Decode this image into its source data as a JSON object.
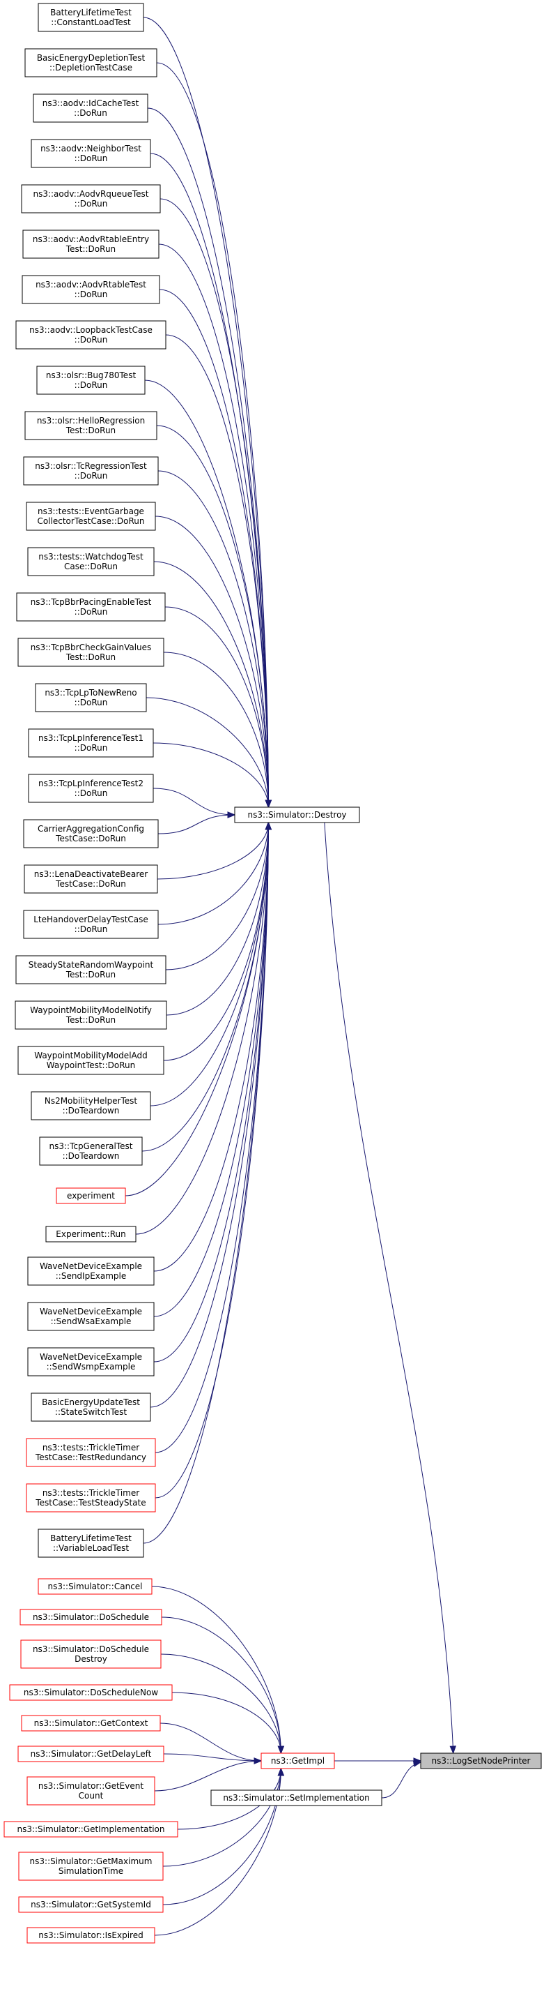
{
  "colors": {
    "edge": "#191970",
    "border_black": "#000000",
    "border_red": "#ff0000",
    "highlight_fill": "#bfbfbf",
    "background": "#ffffff"
  },
  "nodes": {
    "battery_constantload": {
      "lines": [
        "BatteryLifetimeTest",
        "::ConstantLoadTest"
      ],
      "border": "black"
    },
    "basic_depletion": {
      "lines": [
        "BasicEnergyDepletionTest",
        "::DepletionTestCase"
      ],
      "border": "black"
    },
    "aodv_idcache": {
      "lines": [
        "ns3::aodv::IdCacheTest",
        "::DoRun"
      ],
      "border": "black"
    },
    "aodv_neighbor": {
      "lines": [
        "ns3::aodv::NeighborTest",
        "::DoRun"
      ],
      "border": "black"
    },
    "aodv_rqueue": {
      "lines": [
        "ns3::aodv::AodvRqueueTest",
        "::DoRun"
      ],
      "border": "black"
    },
    "aodv_rtableentry": {
      "lines": [
        "ns3::aodv::AodvRtableEntry",
        "Test::DoRun"
      ],
      "border": "black"
    },
    "aodv_rtable": {
      "lines": [
        "ns3::aodv::AodvRtableTest",
        "::DoRun"
      ],
      "border": "black"
    },
    "aodv_loopback": {
      "lines": [
        "ns3::aodv::LoopbackTestCase",
        "::DoRun"
      ],
      "border": "black"
    },
    "olsr_bug780": {
      "lines": [
        "ns3::olsr::Bug780Test",
        "::DoRun"
      ],
      "border": "black"
    },
    "olsr_hello": {
      "lines": [
        "ns3::olsr::HelloRegression",
        "Test::DoRun"
      ],
      "border": "black"
    },
    "olsr_tc": {
      "lines": [
        "ns3::olsr::TcRegressionTest",
        "::DoRun"
      ],
      "border": "black"
    },
    "tests_eventgarbage": {
      "lines": [
        "ns3::tests::EventGarbage",
        "CollectorTestCase::DoRun"
      ],
      "border": "black"
    },
    "tests_watchdog": {
      "lines": [
        "ns3::tests::WatchdogTest",
        "Case::DoRun"
      ],
      "border": "black"
    },
    "tcpbbr_pacing": {
      "lines": [
        "ns3::TcpBbrPacingEnableTest",
        "::DoRun"
      ],
      "border": "black"
    },
    "tcpbbr_gain": {
      "lines": [
        "ns3::TcpBbrCheckGainValues",
        "Test::DoRun"
      ],
      "border": "black"
    },
    "tcplp_newreno": {
      "lines": [
        "ns3::TcpLpToNewReno",
        "::DoRun"
      ],
      "border": "black"
    },
    "tcplp_inf1": {
      "lines": [
        "ns3::TcpLpInferenceTest1",
        "::DoRun"
      ],
      "border": "black"
    },
    "tcplp_inf2": {
      "lines": [
        "ns3::TcpLpInferenceTest2",
        "::DoRun"
      ],
      "border": "black"
    },
    "carrier_agg": {
      "lines": [
        "CarrierAggregationConfig",
        "TestCase::DoRun"
      ],
      "border": "black"
    },
    "lena_deactivate": {
      "lines": [
        "ns3::LenaDeactivateBearer",
        "TestCase::DoRun"
      ],
      "border": "black"
    },
    "lte_handover": {
      "lines": [
        "LteHandoverDelayTestCase",
        "::DoRun"
      ],
      "border": "black"
    },
    "steady_waypoint": {
      "lines": [
        "SteadyStateRandomWaypoint",
        "Test::DoRun"
      ],
      "border": "black"
    },
    "waypoint_notify": {
      "lines": [
        "WaypointMobilityModelNotify",
        "Test::DoRun"
      ],
      "border": "black"
    },
    "waypoint_add": {
      "lines": [
        "WaypointMobilityModelAdd",
        "WaypointTest::DoRun"
      ],
      "border": "black"
    },
    "ns2_mobility": {
      "lines": [
        "Ns2MobilityHelperTest",
        "::DoTeardown"
      ],
      "border": "black"
    },
    "tcp_general": {
      "lines": [
        "ns3::TcpGeneralTest",
        "::DoTeardown"
      ],
      "border": "black"
    },
    "experiment": {
      "lines": [
        "experiment"
      ],
      "border": "red"
    },
    "experiment_run": {
      "lines": [
        "Experiment::Run"
      ],
      "border": "black"
    },
    "wave_sendip": {
      "lines": [
        "WaveNetDeviceExample",
        "::SendIpExample"
      ],
      "border": "black"
    },
    "wave_sendwsa": {
      "lines": [
        "WaveNetDeviceExample",
        "::SendWsaExample"
      ],
      "border": "black"
    },
    "wave_sendwsmp": {
      "lines": [
        "WaveNetDeviceExample",
        "::SendWsmpExample"
      ],
      "border": "black"
    },
    "basic_update": {
      "lines": [
        "BasicEnergyUpdateTest",
        "::StateSwitchTest"
      ],
      "border": "black"
    },
    "trickle_redundancy": {
      "lines": [
        "ns3::tests::TrickleTimer",
        "TestCase::TestRedundancy"
      ],
      "border": "red"
    },
    "trickle_steady": {
      "lines": [
        "ns3::tests::TrickleTimer",
        "TestCase::TestSteadyState"
      ],
      "border": "red"
    },
    "battery_variable": {
      "lines": [
        "BatteryLifetimeTest",
        "::VariableLoadTest"
      ],
      "border": "black"
    },
    "sim_destroy": {
      "lines": [
        "ns3::Simulator::Destroy"
      ],
      "border": "black"
    },
    "sim_cancel": {
      "lines": [
        "ns3::Simulator::Cancel"
      ],
      "border": "red"
    },
    "sim_doschedule": {
      "lines": [
        "ns3::Simulator::DoSchedule"
      ],
      "border": "red"
    },
    "sim_doschedule_destroy": {
      "lines": [
        "ns3::Simulator::DoSchedule",
        "Destroy"
      ],
      "border": "red"
    },
    "sim_doschedule_now": {
      "lines": [
        "ns3::Simulator::DoScheduleNow"
      ],
      "border": "red"
    },
    "sim_getcontext": {
      "lines": [
        "ns3::Simulator::GetContext"
      ],
      "border": "red"
    },
    "sim_getdelayleft": {
      "lines": [
        "ns3::Simulator::GetDelayLeft"
      ],
      "border": "red"
    },
    "sim_geteventcount": {
      "lines": [
        "ns3::Simulator::GetEvent",
        "Count"
      ],
      "border": "red"
    },
    "sim_getimplementation": {
      "lines": [
        "ns3::Simulator::GetImplementation"
      ],
      "border": "red"
    },
    "sim_getmaxsimtime": {
      "lines": [
        "ns3::Simulator::GetMaximum",
        "SimulationTime"
      ],
      "border": "red"
    },
    "sim_getsystemid": {
      "lines": [
        "ns3::Simulator::GetSystemId"
      ],
      "border": "red"
    },
    "sim_isexpired": {
      "lines": [
        "ns3::Simulator::IsExpired"
      ],
      "border": "red"
    },
    "getimpl": {
      "lines": [
        "ns3::GetImpl"
      ],
      "border": "red"
    },
    "sim_setimplementation": {
      "lines": [
        "ns3::Simulator::SetImplementation"
      ],
      "border": "black"
    },
    "log_setnodeprinter": {
      "lines": [
        "ns3::LogSetNodePrinter"
      ],
      "border": "black",
      "highlight": true
    }
  },
  "edges": [
    [
      "battery_constantload",
      "sim_destroy"
    ],
    [
      "basic_depletion",
      "sim_destroy"
    ],
    [
      "aodv_idcache",
      "sim_destroy"
    ],
    [
      "aodv_neighbor",
      "sim_destroy"
    ],
    [
      "aodv_rqueue",
      "sim_destroy"
    ],
    [
      "aodv_rtableentry",
      "sim_destroy"
    ],
    [
      "aodv_rtable",
      "sim_destroy"
    ],
    [
      "aodv_loopback",
      "sim_destroy"
    ],
    [
      "olsr_bug780",
      "sim_destroy"
    ],
    [
      "olsr_hello",
      "sim_destroy"
    ],
    [
      "olsr_tc",
      "sim_destroy"
    ],
    [
      "tests_eventgarbage",
      "sim_destroy"
    ],
    [
      "tests_watchdog",
      "sim_destroy"
    ],
    [
      "tcpbbr_pacing",
      "sim_destroy"
    ],
    [
      "tcpbbr_gain",
      "sim_destroy"
    ],
    [
      "tcplp_newreno",
      "sim_destroy"
    ],
    [
      "tcplp_inf1",
      "sim_destroy"
    ],
    [
      "tcplp_inf2",
      "sim_destroy"
    ],
    [
      "carrier_agg",
      "sim_destroy"
    ],
    [
      "lena_deactivate",
      "sim_destroy"
    ],
    [
      "lte_handover",
      "sim_destroy"
    ],
    [
      "steady_waypoint",
      "sim_destroy"
    ],
    [
      "waypoint_notify",
      "sim_destroy"
    ],
    [
      "waypoint_add",
      "sim_destroy"
    ],
    [
      "ns2_mobility",
      "sim_destroy"
    ],
    [
      "tcp_general",
      "sim_destroy"
    ],
    [
      "experiment",
      "sim_destroy"
    ],
    [
      "experiment_run",
      "sim_destroy"
    ],
    [
      "wave_sendip",
      "sim_destroy"
    ],
    [
      "wave_sendwsa",
      "sim_destroy"
    ],
    [
      "wave_sendwsmp",
      "sim_destroy"
    ],
    [
      "basic_update",
      "sim_destroy"
    ],
    [
      "trickle_redundancy",
      "sim_destroy"
    ],
    [
      "trickle_steady",
      "sim_destroy"
    ],
    [
      "battery_variable",
      "sim_destroy"
    ],
    [
      "sim_cancel",
      "getimpl"
    ],
    [
      "sim_doschedule",
      "getimpl"
    ],
    [
      "sim_doschedule_destroy",
      "getimpl"
    ],
    [
      "sim_doschedule_now",
      "getimpl"
    ],
    [
      "sim_getcontext",
      "getimpl"
    ],
    [
      "sim_getdelayleft",
      "getimpl"
    ],
    [
      "sim_geteventcount",
      "getimpl"
    ],
    [
      "sim_getimplementation",
      "getimpl"
    ],
    [
      "sim_getmaxsimtime",
      "getimpl"
    ],
    [
      "sim_getsystemid",
      "getimpl"
    ],
    [
      "sim_isexpired",
      "getimpl"
    ],
    [
      "sim_destroy",
      "log_setnodeprinter"
    ],
    [
      "getimpl",
      "log_setnodeprinter"
    ],
    [
      "sim_setimplementation",
      "log_setnodeprinter"
    ]
  ]
}
